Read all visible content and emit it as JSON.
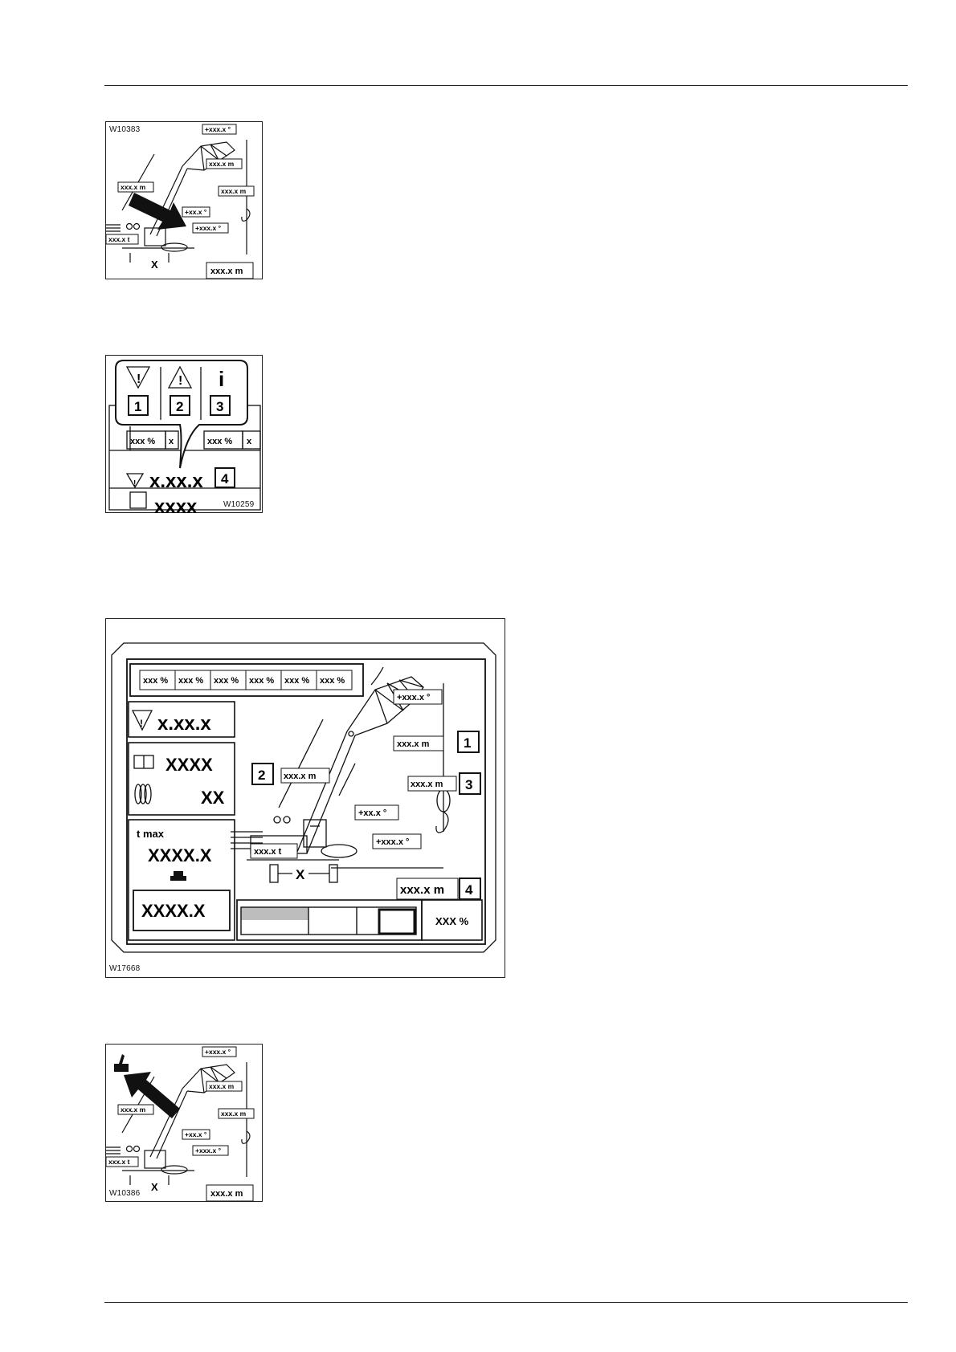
{
  "figures": {
    "fig1": {
      "code": "W10383",
      "labels": {
        "angle_top": "+xxx.x °",
        "jib_len": "xxx.x m",
        "boom_len": "xxx.x m",
        "height": "xxx.x m",
        "boom_angle": "+xx.x °",
        "slew_angle": "+xxx.x °",
        "load": "xxx.x t",
        "radius": "xxx.x m",
        "x": "X"
      }
    },
    "fig2": {
      "code": "W10259",
      "numbers": [
        "1",
        "2",
        "3",
        "4"
      ],
      "info_glyph": "i",
      "pct": [
        "xxx %",
        "x",
        "xxx %",
        "x"
      ],
      "big_value": "x.xx.x",
      "bottom_value": "xxxx"
    },
    "fig3": {
      "code": "W17668",
      "pct_cells": [
        "xxx %",
        "xxx %",
        "xxx %",
        "xxx %",
        "xxx %",
        "xxx %"
      ],
      "warn_value": "x.xx.x",
      "counter_top": "XXXX",
      "counter_bottom": "XX",
      "tmax_label": "t max",
      "tmax_value": "XXXX.X",
      "load_value": "XXXX.X",
      "pct_value": "XXX %",
      "angle_top": "+xxx.x °",
      "jib_len": "xxx.x m",
      "boom_len": "xxx.x m",
      "height": "xxx.x m",
      "boom_angle": "+xx.x °",
      "slew_angle": "+xxx.x °",
      "load": "xxx.x t",
      "radius": "xxx.x m",
      "x": "X",
      "callouts": [
        "1",
        "2",
        "3",
        "4"
      ]
    },
    "fig4": {
      "code": "W10386",
      "labels": {
        "angle_top": "+xxx.x °",
        "jib_len": "xxx.x m",
        "boom_len": "xxx.x m",
        "height": "xxx.x m",
        "boom_angle": "+xx.x °",
        "slew_angle": "+xxx.x °",
        "load": "xxx.x t",
        "radius": "xxx.x m",
        "x": "X"
      }
    }
  }
}
